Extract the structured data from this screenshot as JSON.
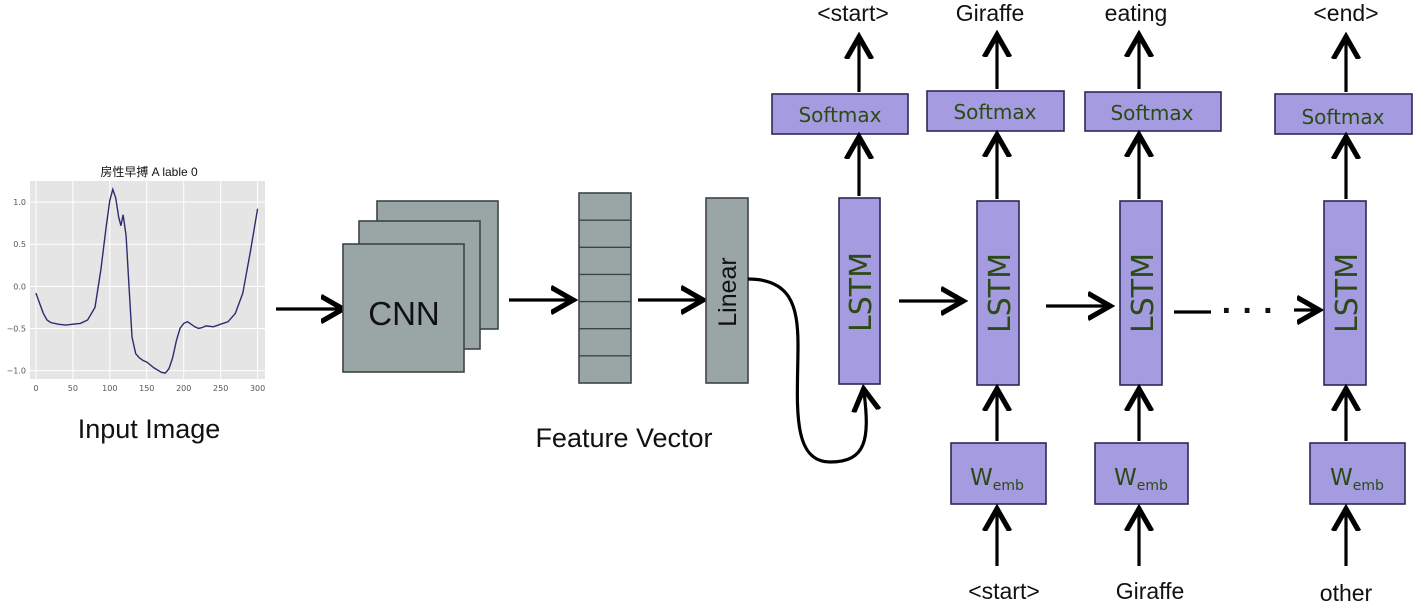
{
  "input_chart": {
    "title": "房性早搏 A lable 0",
    "caption": "Input Image",
    "line_color": "#2b2d6e",
    "chart_data": {
      "type": "line",
      "title": "房性早搏 A lable 0",
      "xlim": [
        -8,
        310
      ],
      "ylim": [
        -1.1,
        1.25
      ],
      "x_ticks": [
        0,
        50,
        100,
        150,
        200,
        250,
        300
      ],
      "y_ticks": [
        1.0,
        0.5,
        0.0,
        -0.5,
        -1.0
      ],
      "x_tick_labels": [
        "0",
        "50",
        "100",
        "150",
        "200",
        "250",
        "300"
      ],
      "y_tick_labels": [
        "1.0",
        "0.5",
        "0.0",
        "−0.5",
        "−1.0"
      ],
      "grid": true,
      "series": [
        {
          "x": [
            0,
            5,
            10,
            15,
            20,
            30,
            40,
            50,
            60,
            70,
            80,
            88,
            95,
            100,
            104,
            108,
            112,
            115,
            118,
            122,
            126,
            130,
            135,
            140,
            145,
            150,
            160,
            170,
            175,
            180,
            185,
            190,
            195,
            200,
            205,
            210,
            215,
            220,
            225,
            230,
            240,
            250,
            260,
            270,
            280,
            290,
            300
          ],
          "y": [
            -0.08,
            -0.2,
            -0.32,
            -0.4,
            -0.43,
            -0.45,
            -0.46,
            -0.45,
            -0.44,
            -0.4,
            -0.25,
            0.2,
            0.7,
            1.02,
            1.15,
            1.05,
            0.82,
            0.72,
            0.85,
            0.6,
            0.0,
            -0.6,
            -0.8,
            -0.85,
            -0.88,
            -0.9,
            -0.97,
            -1.02,
            -1.03,
            -0.98,
            -0.85,
            -0.65,
            -0.5,
            -0.44,
            -0.42,
            -0.45,
            -0.48,
            -0.5,
            -0.49,
            -0.47,
            -0.48,
            -0.45,
            -0.42,
            -0.32,
            -0.08,
            0.4,
            0.92
          ]
        }
      ]
    }
  },
  "cnn": {
    "label": "CNN",
    "color": "#9aa6a5"
  },
  "feature_vector": {
    "caption": "Feature Vector",
    "segments": 7
  },
  "linear": {
    "label": "Linear"
  },
  "lstm_label": "LSTM",
  "softmax_label": "Softmax",
  "wemb": {
    "main": "W",
    "sub": "emb"
  },
  "ellipsis": "· · ·",
  "columns": [
    {
      "output": "<start>",
      "input": ""
    },
    {
      "output": "Giraffe",
      "input": "<start>"
    },
    {
      "output": "eating",
      "input": "Giraffe"
    },
    {
      "output": "<end>",
      "input": "other"
    }
  ],
  "colors": {
    "purple": "#a59be0",
    "purple_text": "#2c4a14",
    "gray": "#9aa6a5"
  }
}
